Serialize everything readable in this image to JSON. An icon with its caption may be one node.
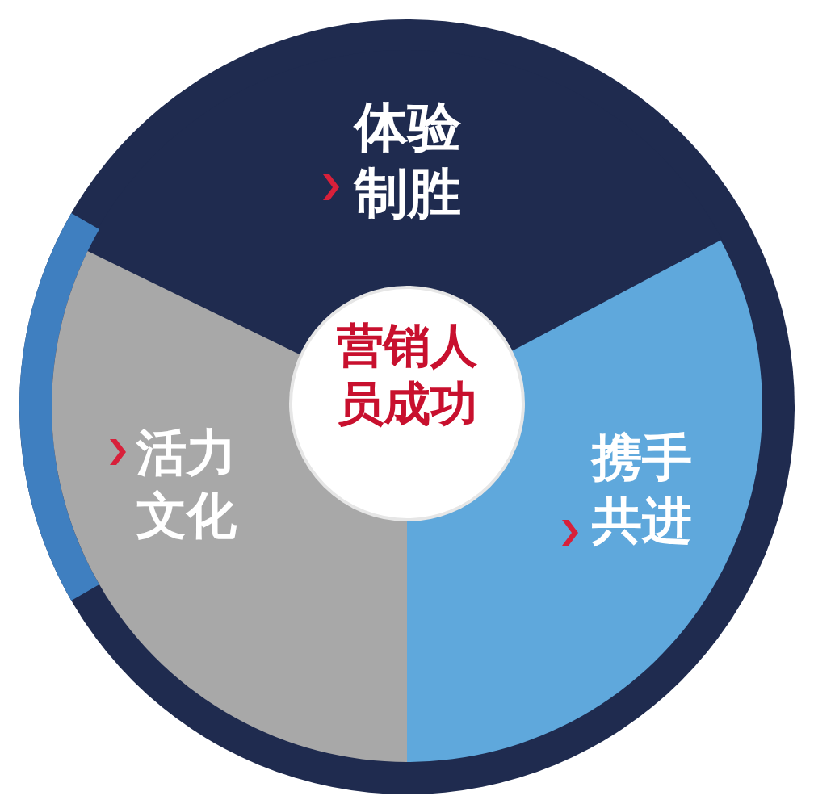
{
  "diagram": {
    "nodes": [
      {
        "text": [
          "体验制胜"
        ]
      },
      {
        "text": [
          "活力文化"
        ]
      },
      {
        "text": [
          "营销人员成功"
        ]
      },
      {
        "text": [
          "携手共进"
        ]
      }
    ]
  }
}
